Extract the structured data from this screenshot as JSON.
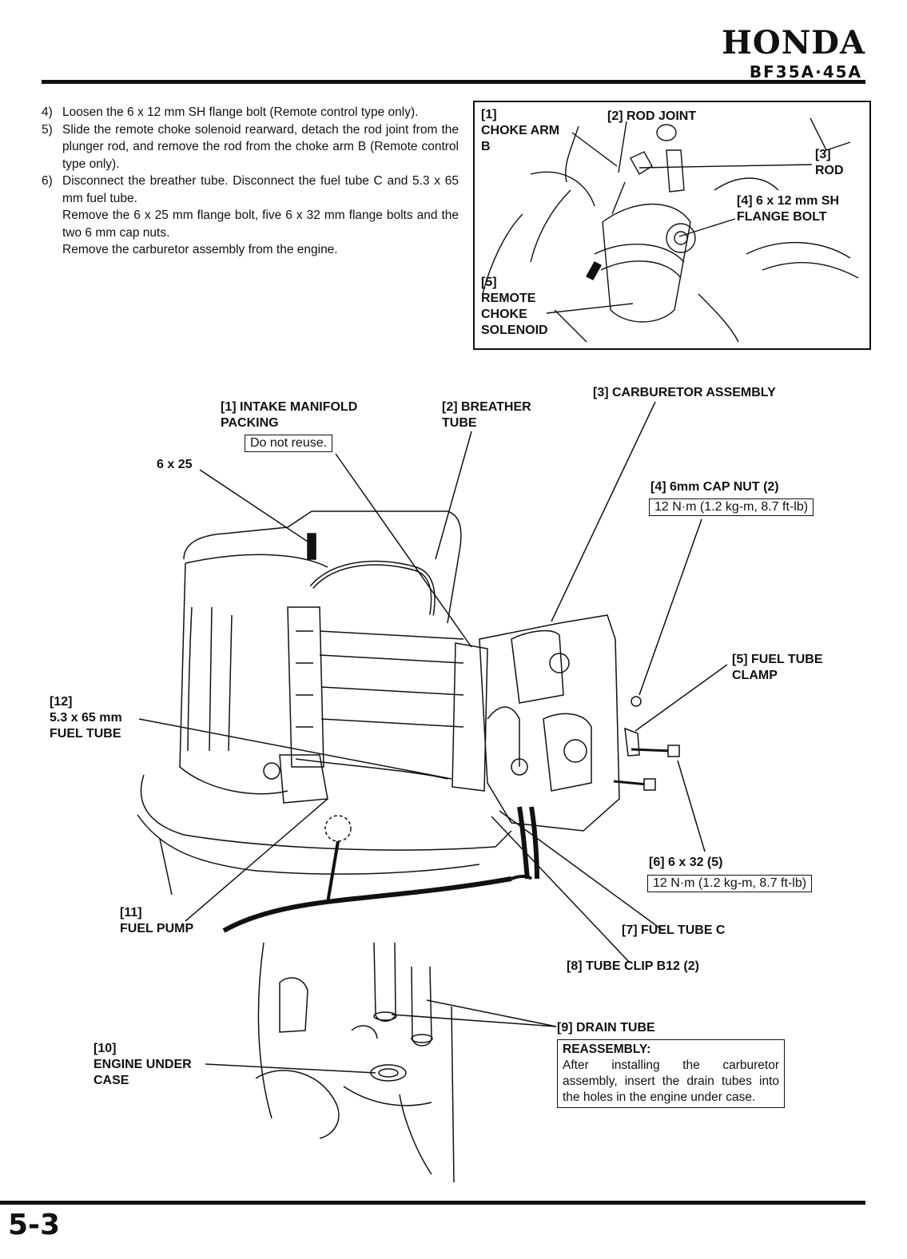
{
  "header": {
    "brand": "HONDA",
    "model": "BF35A·45A"
  },
  "steps": [
    {
      "num": "4)",
      "lines": [
        "Loosen the 6 x 12 mm SH flange bolt (Remote control type only)."
      ]
    },
    {
      "num": "5)",
      "lines": [
        "Slide the remote choke solenoid rearward, detach the rod joint from the plunger rod, and remove the rod from the choke arm B (Remote control type only)."
      ]
    },
    {
      "num": "6)",
      "lines": [
        "Disconnect the breather tube. Disconnect the fuel tube C and 5.3 x 65 mm fuel tube.",
        "Remove the 6 x 25 mm flange bolt, five 6 x 32 mm flange bolts and the two 6 mm cap nuts.",
        "Remove the carburetor assembly from the engine."
      ]
    }
  ],
  "inset": {
    "choke_arm": "[1]\nCHOKE ARM\nB",
    "rod_joint": "[2] ROD JOINT",
    "rod": "[3]\nROD",
    "flange_bolt": "[4] 6 x 12 mm SH\nFLANGE BOLT",
    "solenoid": "[5]\nREMOTE\nCHOKE\nSOLENOID"
  },
  "labels": {
    "intake_manifold": "[1] INTAKE MANIFOLD\n      PACKING",
    "do_not_reuse": "Do not reuse.",
    "six_by_25": "6 x 25",
    "breather_tube": "[2] BREATHER\n        TUBE",
    "carburetor_assembly": "[3] CARBURETOR ASSEMBLY",
    "cap_nut": "[4] 6mm CAP NUT (2)",
    "cap_nut_torque": "12 N·m (1.2 kg-m, 8.7 ft-lb)",
    "fuel_tube_clamp": "[5] FUEL TUBE\n      CLAMP",
    "six_by_32": "[6] 6 x 32 (5)",
    "six_by_32_torque": "12 N·m (1.2 kg-m, 8.7 ft-lb)",
    "fuel_tube_c": "[7] FUEL TUBE C",
    "tube_clip": "[8] TUBE CLIP B12 (2)",
    "drain_tube": "[9] DRAIN TUBE",
    "engine_under_case": "[10]\nENGINE UNDER\nCASE",
    "fuel_pump": "[11]\nFUEL PUMP",
    "fuel_tube_53": "[12]\n5.3 x 65 mm\nFUEL TUBE"
  },
  "note": {
    "title": "REASSEMBLY:",
    "text": "After installing the carburetor assembly, insert the drain tubes into the holes in the engine under case."
  },
  "footer": {
    "page": "5-3"
  }
}
